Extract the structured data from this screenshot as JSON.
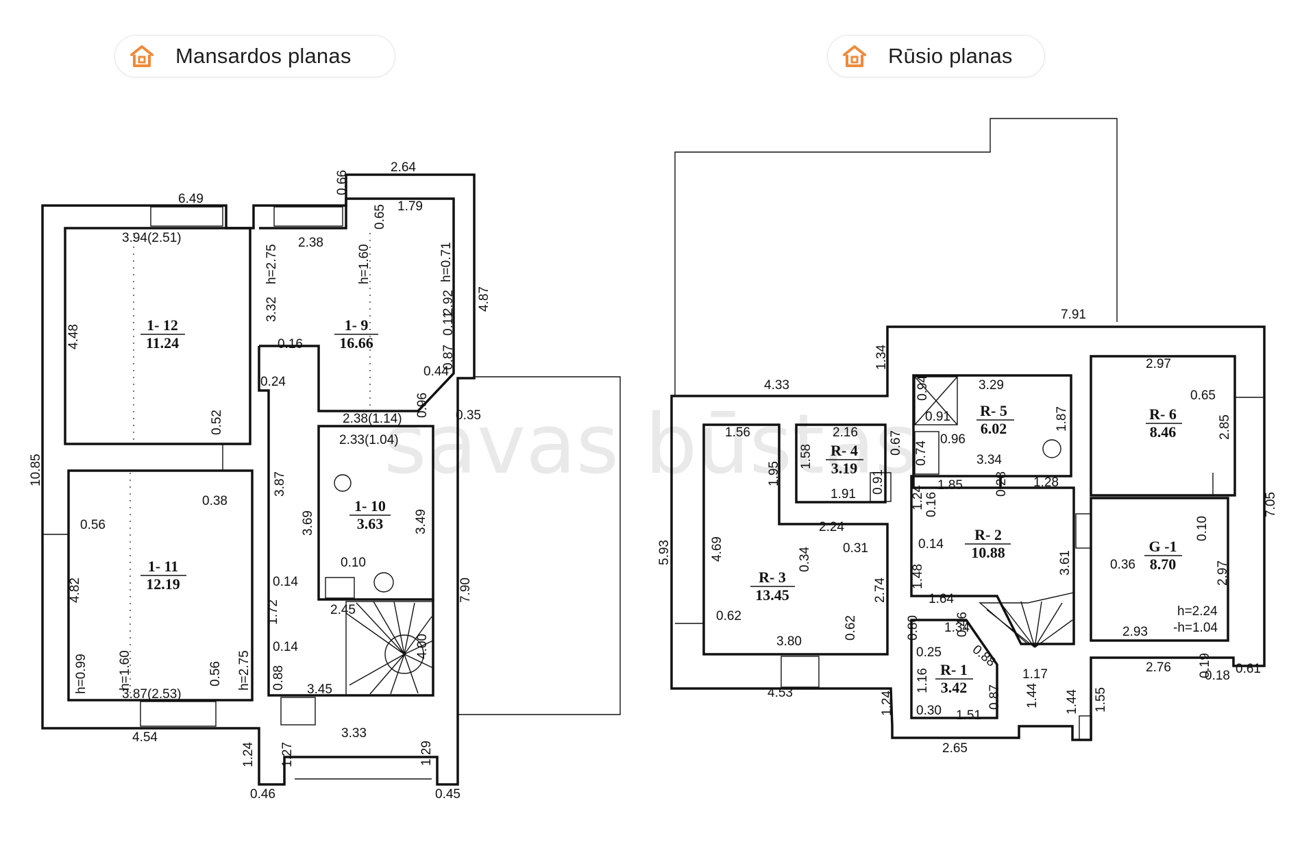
{
  "header": {
    "left_title": "Mansardos planas",
    "right_title": "Rūsio planas"
  },
  "icon": {
    "name": "house-icon",
    "color": "#ef8a3a"
  },
  "watermark": "savas būstas",
  "attic": {
    "rooms": [
      {
        "id": "1- 12",
        "area": "11.24"
      },
      {
        "id": "1- 9",
        "area": "16.66"
      },
      {
        "id": "1- 10",
        "area": "3.63"
      },
      {
        "id": "1- 11",
        "area": "12.19"
      }
    ],
    "dims": [
      "6.49",
      "2.64",
      "0.66",
      "0.65",
      "1.79",
      "3.94(2.51)",
      "2.38",
      "h=2.75",
      "h=1.60",
      "h=0.71",
      "3.32",
      "4.87",
      "4.48",
      "0.16",
      "2.92",
      "0.11",
      "0.87",
      "0.44",
      "0.24",
      "0.96",
      "0.35",
      "2.38(1.14)",
      "2.33(1.04)",
      "0.52",
      "10.85",
      "3.87",
      "0.38",
      "3.69",
      "3.49",
      "0.56",
      "0.10",
      "4.82",
      "0.14",
      "1.72",
      "2.45",
      "7.90",
      "4.00",
      "h=0.99",
      "h=1.60",
      "h=2.75",
      "0.14",
      "0.88",
      "3.87(2.53)",
      "0.56",
      "3.45",
      "4.54",
      "3.33",
      "1.24",
      "1.27",
      "1.29",
      "0.46",
      "0.45"
    ]
  },
  "basement": {
    "rooms": [
      {
        "id": "R- 5",
        "area": "6.02"
      },
      {
        "id": "R- 6",
        "area": "8.46"
      },
      {
        "id": "R- 4",
        "area": "3.19"
      },
      {
        "id": "R- 2",
        "area": "10.88"
      },
      {
        "id": "R- 3",
        "area": "13.45"
      },
      {
        "id": "G -1",
        "area": "8.70"
      },
      {
        "id": "R- 1",
        "area": "3.42"
      }
    ],
    "dims": [
      "7.91",
      "1.34",
      "4.33",
      "0.94",
      "3.29",
      "0.91",
      "2.97",
      "0.65",
      "1.56",
      "2.16",
      "0.67",
      "0.74",
      "0.96",
      "1.87",
      "2.85",
      "1.58",
      "1.95",
      "3.34",
      "1.85",
      "0.28",
      "1.28",
      "7.05",
      "5.93",
      "4.69",
      "1.91",
      "0.91",
      "1.24",
      "0.16",
      "2.24",
      "0.31",
      "0.14",
      "0.10",
      "0.34",
      "3.61",
      "0.36",
      "2.97",
      "2.74",
      "1.48",
      "1.64",
      "0.62",
      "0.62",
      "h=2.24",
      "-h=1.04",
      "3.80",
      "1.34",
      "0.80",
      "0.46",
      "2.93",
      "0.25",
      "0.88",
      "2.76",
      "1.17",
      "0.19",
      "0.18",
      "0.61",
      "4.53",
      "1.16",
      "0.87",
      "1.44",
      "1.44",
      "1.55",
      "1.24",
      "0.30",
      "1.51",
      "2.65"
    ]
  }
}
